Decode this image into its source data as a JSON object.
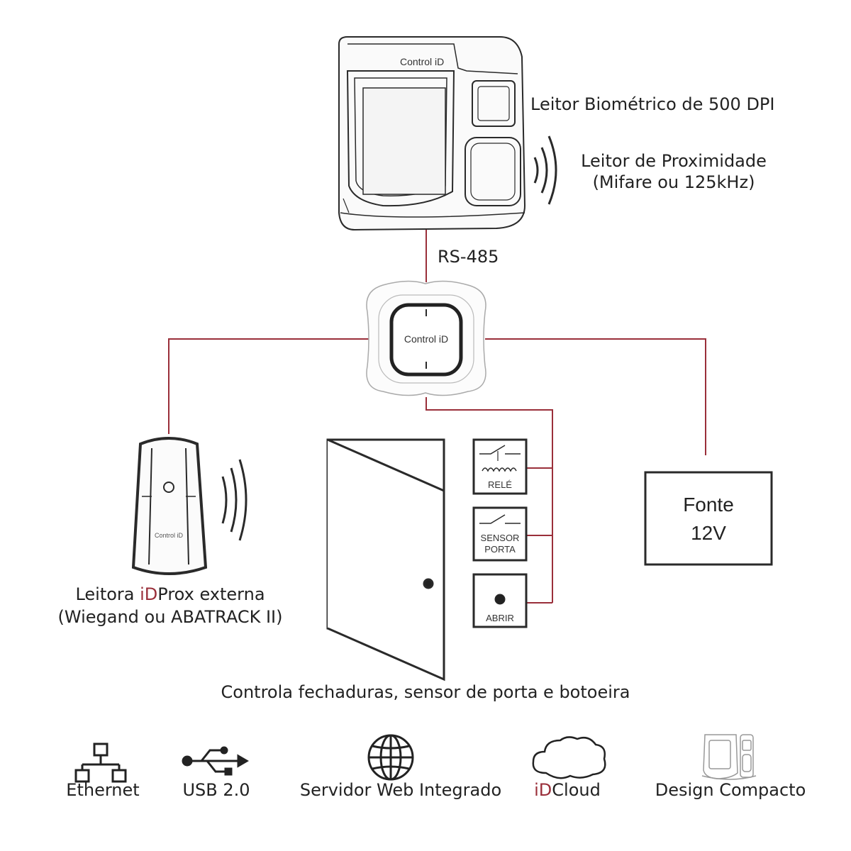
{
  "colors": {
    "wire": "#9a2f3a",
    "line": "#2a2a2a",
    "accent": "#9a2f3a"
  },
  "top_device": {
    "brand": "Control iD",
    "biometric_label": "Leitor Biométrico de 500 DPI",
    "proximity_label_1": "Leitor de Proximidade",
    "proximity_label_2": "(Mifare ou 125kHz)"
  },
  "rs485_label": "RS-485",
  "controller": {
    "brand": "Control iD"
  },
  "external_reader": {
    "label_prefix": "Leitora ",
    "label_accent": "iD",
    "label_suffix": "Prox externa",
    "label_line2": "(Wiegand ou ABATRACK II)",
    "device_text": "Control iD"
  },
  "door_modules": {
    "rele": "RELÉ",
    "sensor_line1": "SENSOR",
    "sensor_line2": "PORTA",
    "abrir": "ABRIR"
  },
  "door_caption": "Controla fechaduras, sensor de porta e botoeira",
  "power": {
    "line1": "Fonte",
    "line2": "12V"
  },
  "features": {
    "ethernet": "Ethernet",
    "usb": "USB 2.0",
    "web": "Servidor Web Integrado",
    "cloud_accent": "iD",
    "cloud_rest": "Cloud",
    "design": "Design Compacto"
  }
}
